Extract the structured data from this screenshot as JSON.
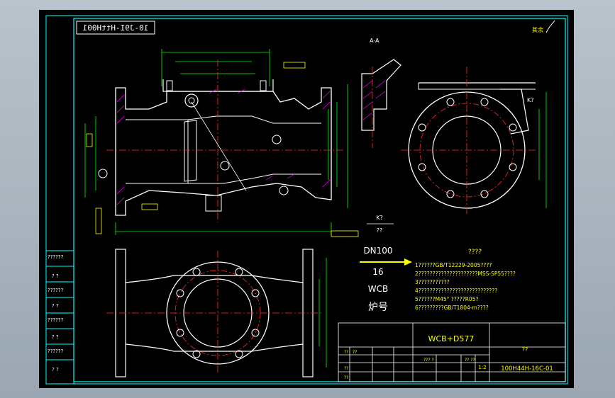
{
  "title_block_mirrored": "10-J9I-HttH001",
  "section_label": "A-A",
  "roughness_corner": "其余",
  "k_label_top": "K?",
  "k_fraction": {
    "num": "K?",
    "den": "??"
  },
  "spec": {
    "dn": "DN100",
    "pn": "16",
    "material": "WCB",
    "heat": "炉号"
  },
  "notes": {
    "header": "????",
    "lines": [
      "1??????GB/T12229-2005????",
      "2?????????????????????MSS-SP55????",
      "3???????????",
      "4????????????????????????????",
      "5??????M45° ?????R05?",
      "6?????????GB/T1804-m????"
    ]
  },
  "left_strip": [
    "??????",
    "? ?",
    "??????",
    "? ?",
    "??????",
    "? ?",
    "??????",
    "? ?"
  ],
  "title_block": {
    "material_code": "WCB+D577",
    "name_cell": "??",
    "drawing_no": "100H44H-16C-01",
    "scale": "1:2",
    "q1": "??",
    "q2": "??",
    "q3": "??",
    "q4": "??",
    "small": "??? ?",
    "small2": "?? ??"
  },
  "colors": {
    "frame": "#00ffff",
    "line": "#ffffff",
    "center": "#ff2d2d",
    "dim": "#00ff00",
    "label": "#ffff00",
    "hatch": "#ff00ff"
  }
}
